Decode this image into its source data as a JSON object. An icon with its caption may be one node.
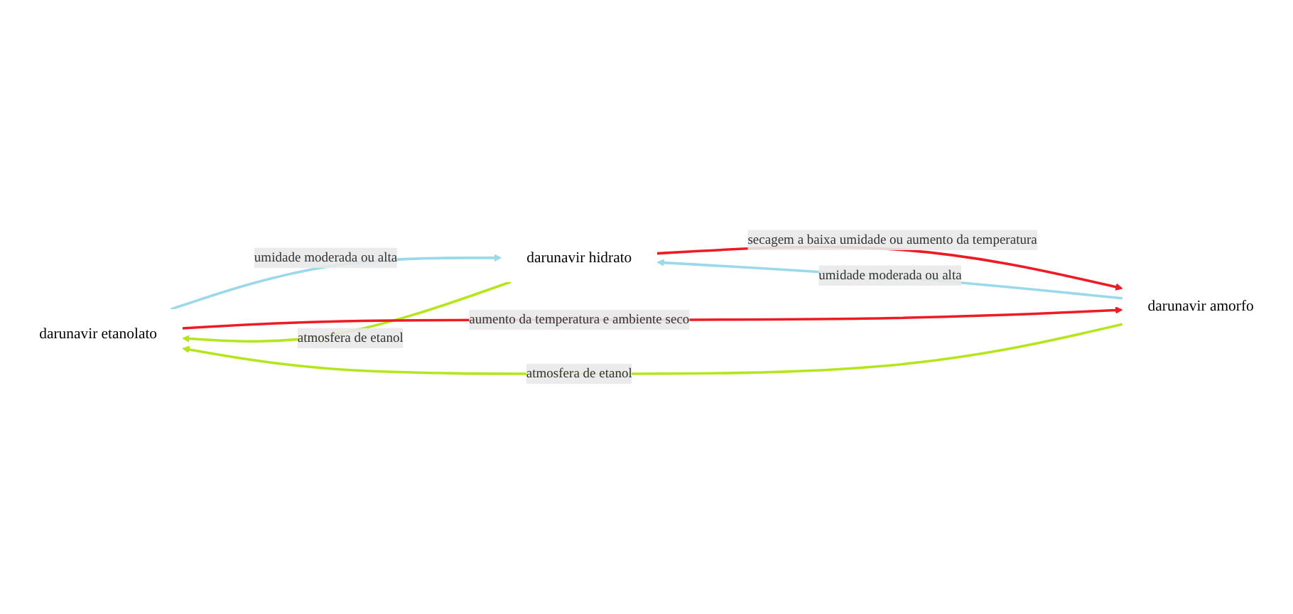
{
  "diagram": {
    "nodes": [
      {
        "text": [
          "darunavir etanolato"
        ]
      },
      {
        "text": [
          "darunavir hidrato"
        ]
      },
      {
        "text": [
          "darunavir amorfo"
        ]
      }
    ],
    "edges": [
      {
        "from": 2,
        "to": 0,
        "arrow": "to",
        "label": "atmosfera de etanol",
        "color": "#b5e61d"
      },
      {
        "from": 0,
        "to": 1,
        "arrow": "to",
        "label": "umidade moderada ou alta",
        "color": "#99d9ea"
      },
      {
        "from": 1,
        "to": 0,
        "arrow": "to",
        "label": "atmosfera de etanol",
        "color": "#b5e61d"
      },
      {
        "from": 1,
        "to": 2,
        "arrow": "to",
        "label": "secagem a baixa umidade ou aumento da temperatura",
        "color": "#ed1c24"
      },
      {
        "from": 2,
        "to": 1,
        "arrow": "to",
        "label": "umidade moderada ou alta",
        "color": "#99d9ea"
      },
      {
        "from": 0,
        "to": 2,
        "arrow": "to",
        "label": "aumento da temperatura e ambiente seco",
        "color": "#ed1c24"
      }
    ]
  }
}
